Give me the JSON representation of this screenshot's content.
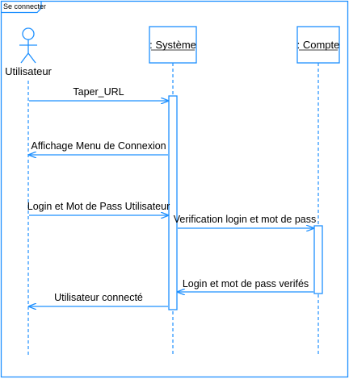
{
  "frame": {
    "title": "Se connecter"
  },
  "actor": {
    "name": "Utilisateur"
  },
  "objects": [
    {
      "id": "systeme",
      "label": ": Système"
    },
    {
      "id": "compte",
      "label": ": Compte"
    }
  ],
  "messages": [
    {
      "from": "utilisateur",
      "to": "systeme",
      "text": "Taper_URL",
      "kind": "call"
    },
    {
      "from": "systeme",
      "to": "utilisateur",
      "text": "Affichage Menu de Connexion",
      "kind": "return"
    },
    {
      "from": "utilisateur",
      "to": "systeme",
      "text": "Login et Mot de Pass Utilisateur",
      "kind": "call"
    },
    {
      "from": "systeme",
      "to": "compte",
      "text": "Verification login et mot de pass",
      "kind": "call"
    },
    {
      "from": "compte",
      "to": "systeme",
      "text": "Login et mot de pass verifés",
      "kind": "return"
    },
    {
      "from": "systeme",
      "to": "utilisateur",
      "text": "Utilisateur connecté",
      "kind": "return"
    }
  ],
  "colors": {
    "line": "#1e90ff",
    "text": "#000000",
    "box_border": "#1e90ff",
    "frame": "#1e90ff"
  }
}
